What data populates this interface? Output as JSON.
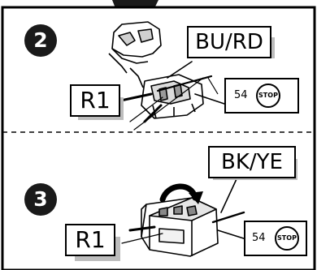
{
  "steps": [
    {
      "number": "2",
      "wire_label": "R1",
      "conductor_label": "BU/RD",
      "strip_length": "54",
      "stop_text": "STOP"
    },
    {
      "number": "3",
      "wire_label": "R1",
      "conductor_label": "BK/YE",
      "strip_length": "54",
      "stop_text": "STOP"
    }
  ]
}
